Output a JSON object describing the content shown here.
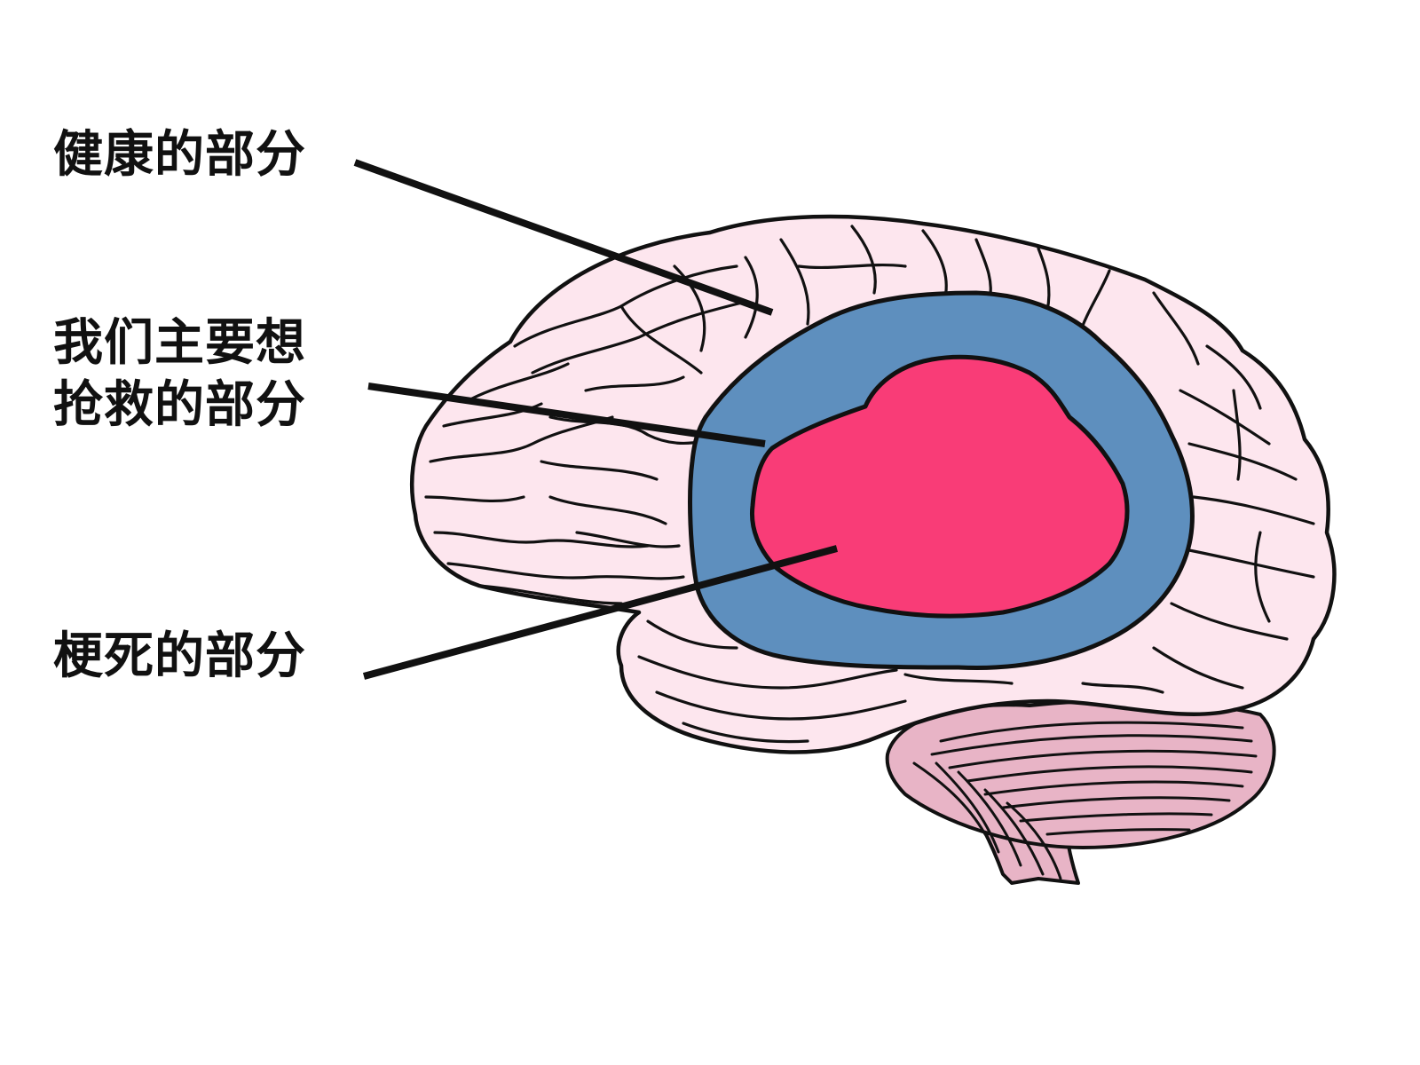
{
  "labels": {
    "healthy": "健康的部分",
    "penumbra_line1": "我们主要想",
    "penumbra_line2": "抢救的部分",
    "infarct": "梗死的部分"
  },
  "colors": {
    "healthy_tissue": "#fde6ee",
    "penumbra": "#5e8fbe",
    "infarct": "#f93c77",
    "cerebellum": "#e8b4c6",
    "outline": "#111111",
    "text": "#111111"
  }
}
